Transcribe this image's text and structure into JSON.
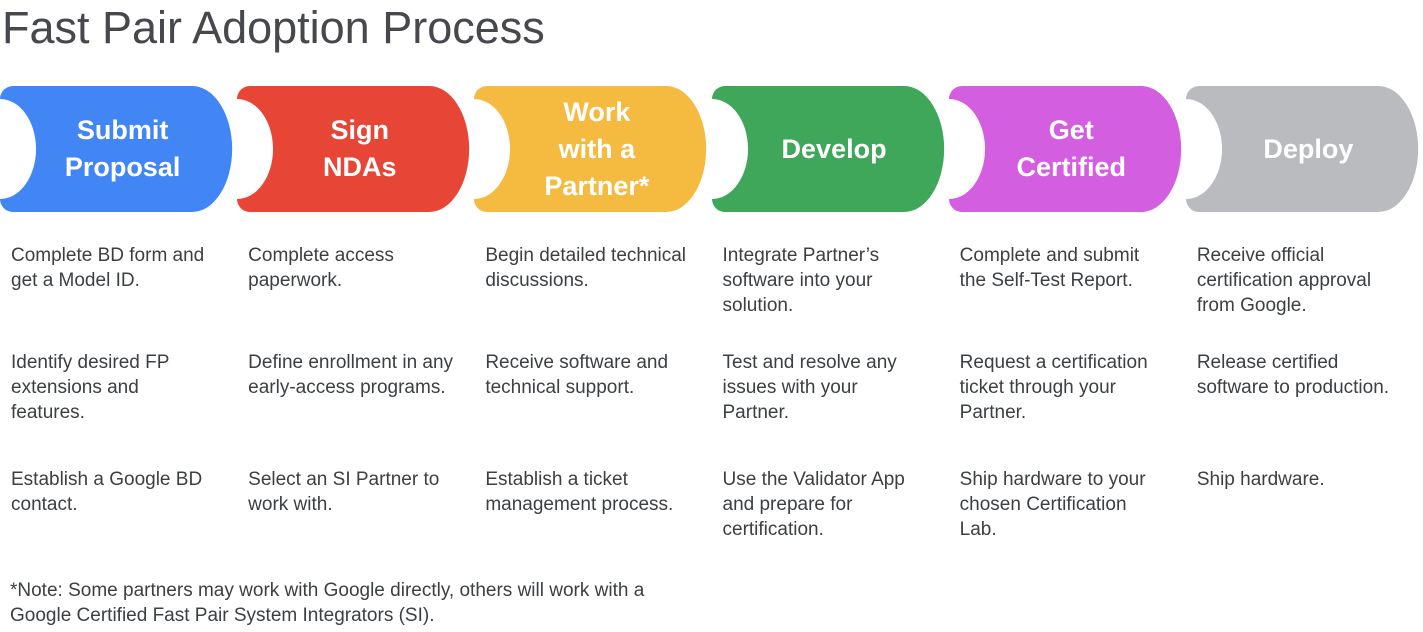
{
  "title": "Fast Pair Adoption Process",
  "note": "*Note: Some partners may work with Google directly, others will work with a\nGoogle Certified Fast Pair System Integrators (SI).",
  "colors": {
    "title_text": "#46484d",
    "body_text": "#3c4043",
    "stage_label_text": "#ffffff"
  },
  "stages": [
    {
      "label": "Submit\nProposal",
      "color": "#4285F4",
      "steps": [
        "Complete BD form and get a Model ID.",
        "Identify desired FP extensions and features.",
        "Establish a Google BD contact."
      ]
    },
    {
      "label": "Sign\nNDAs",
      "color": "#E74536",
      "steps": [
        "Complete access paperwork.",
        "Define enrollment in any early-access programs.",
        "Select an SI Partner to work with."
      ]
    },
    {
      "label": "Work\nwith a\nPartner*",
      "color": "#F5BA40",
      "steps": [
        "Begin detailed technical discussions.",
        "Receive software and technical support.",
        "Establish a ticket management process."
      ]
    },
    {
      "label": "Develop",
      "color": "#3EA75A",
      "steps": [
        "Integrate Partner’s software into your solution.",
        "Test and resolve any issues with your Partner.",
        "Use the Validator App and prepare for certification."
      ]
    },
    {
      "label": "Get\nCertified",
      "color": "#D35EE0",
      "steps": [
        "Complete and submit the Self-Test Report.",
        "Request a certification ticket through your Partner.",
        "Ship hardware to your chosen Certification Lab."
      ]
    },
    {
      "label": "Deploy",
      "color": "#B9BBBF",
      "steps": [
        "Receive official certification approval from Google.",
        "Release certified software to production.",
        "Ship hardware."
      ]
    }
  ]
}
